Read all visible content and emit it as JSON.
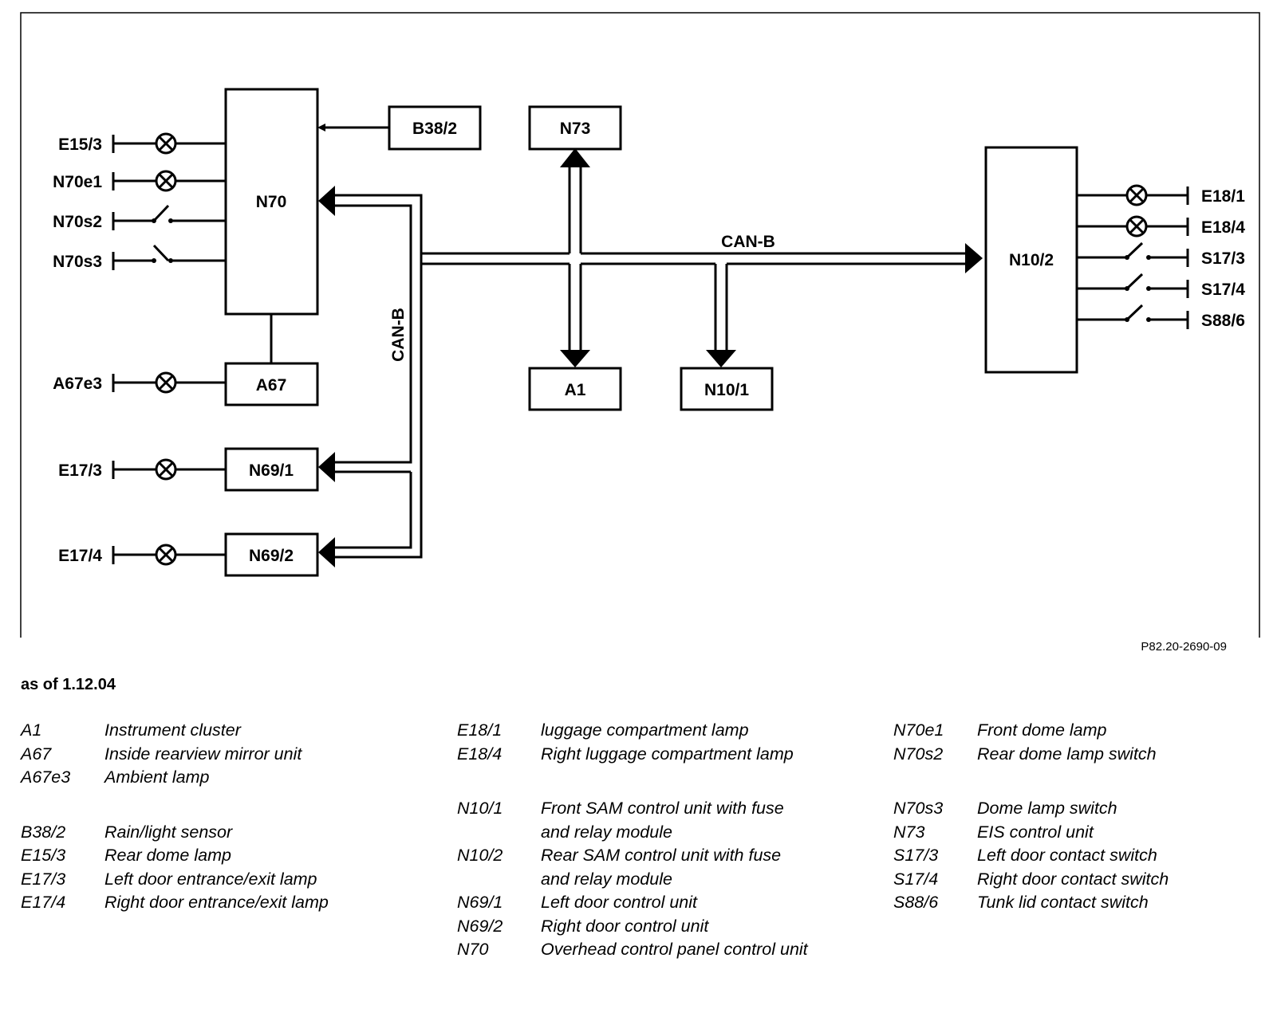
{
  "diagram": {
    "modules": {
      "n70": "N70",
      "b38_2": "B38/2",
      "n73": "N73",
      "a67": "A67",
      "a1": "A1",
      "n10_1": "N10/1",
      "n10_2": "N10/2",
      "n69_1": "N69/1",
      "n69_2": "N69/2"
    },
    "left_components": {
      "e15_3": "E15/3",
      "n70e1": "N70e1",
      "n70s2": "N70s2",
      "n70s3": "N70s3",
      "a67e3": "A67e3",
      "e17_3": "E17/3",
      "e17_4": "E17/4"
    },
    "right_components": {
      "e18_1": "E18/1",
      "e18_4": "E18/4",
      "s17_3": "S17/3",
      "s17_4": "S17/4",
      "s88_6": "S88/6"
    },
    "bus_label_horizontal": "CAN-B",
    "bus_label_vertical": "CAN-B"
  },
  "figure_ref": "P82.20-2690-09",
  "as_of": "as of 1.12.04",
  "legend": {
    "col1": [
      {
        "code": "A1",
        "desc": "Instrument cluster"
      },
      {
        "code": "A67",
        "desc": "Inside rearview mirror unit"
      },
      {
        "code": "A67e3",
        "desc": "Ambient lamp"
      },
      {
        "code": "",
        "desc": ""
      },
      {
        "code": "B38/2",
        "desc": "Rain/light sensor"
      },
      {
        "code": "E15/3",
        "desc": "Rear dome lamp"
      },
      {
        "code": "E17/3",
        "desc": "Left door entrance/exit lamp"
      },
      {
        "code": "E17/4",
        "desc": "Right door entrance/exit lamp"
      }
    ],
    "col2": [
      {
        "code": "E18/1",
        "desc": "luggage compartment lamp"
      },
      {
        "code": "E18/4",
        "desc": "Right luggage compartment lamp"
      },
      {
        "code": "",
        "desc": ""
      },
      {
        "code": "N10/1",
        "desc": "Front SAM control unit with fuse and relay module"
      },
      {
        "code": "N10/2",
        "desc": "Rear SAM control unit with fuse and relay module"
      },
      {
        "code": "N69/1",
        "desc": "Left door control unit"
      },
      {
        "code": "N69/2",
        "desc": "Right door control unit"
      },
      {
        "code": "N70",
        "desc": "Overhead control panel control unit"
      }
    ],
    "col3": [
      {
        "code": "N70e1",
        "desc": "Front dome lamp"
      },
      {
        "code": "N70s2",
        "desc": "Rear dome lamp switch"
      },
      {
        "code": "",
        "desc": ""
      },
      {
        "code": "N70s3",
        "desc": "Dome lamp switch"
      },
      {
        "code": "N73",
        "desc": "EIS control unit"
      },
      {
        "code": "S17/3",
        "desc": "Left door contact switch"
      },
      {
        "code": "S17/4",
        "desc": "Right door contact switch"
      },
      {
        "code": "S88/6",
        "desc": "Tunk lid contact switch"
      }
    ]
  }
}
